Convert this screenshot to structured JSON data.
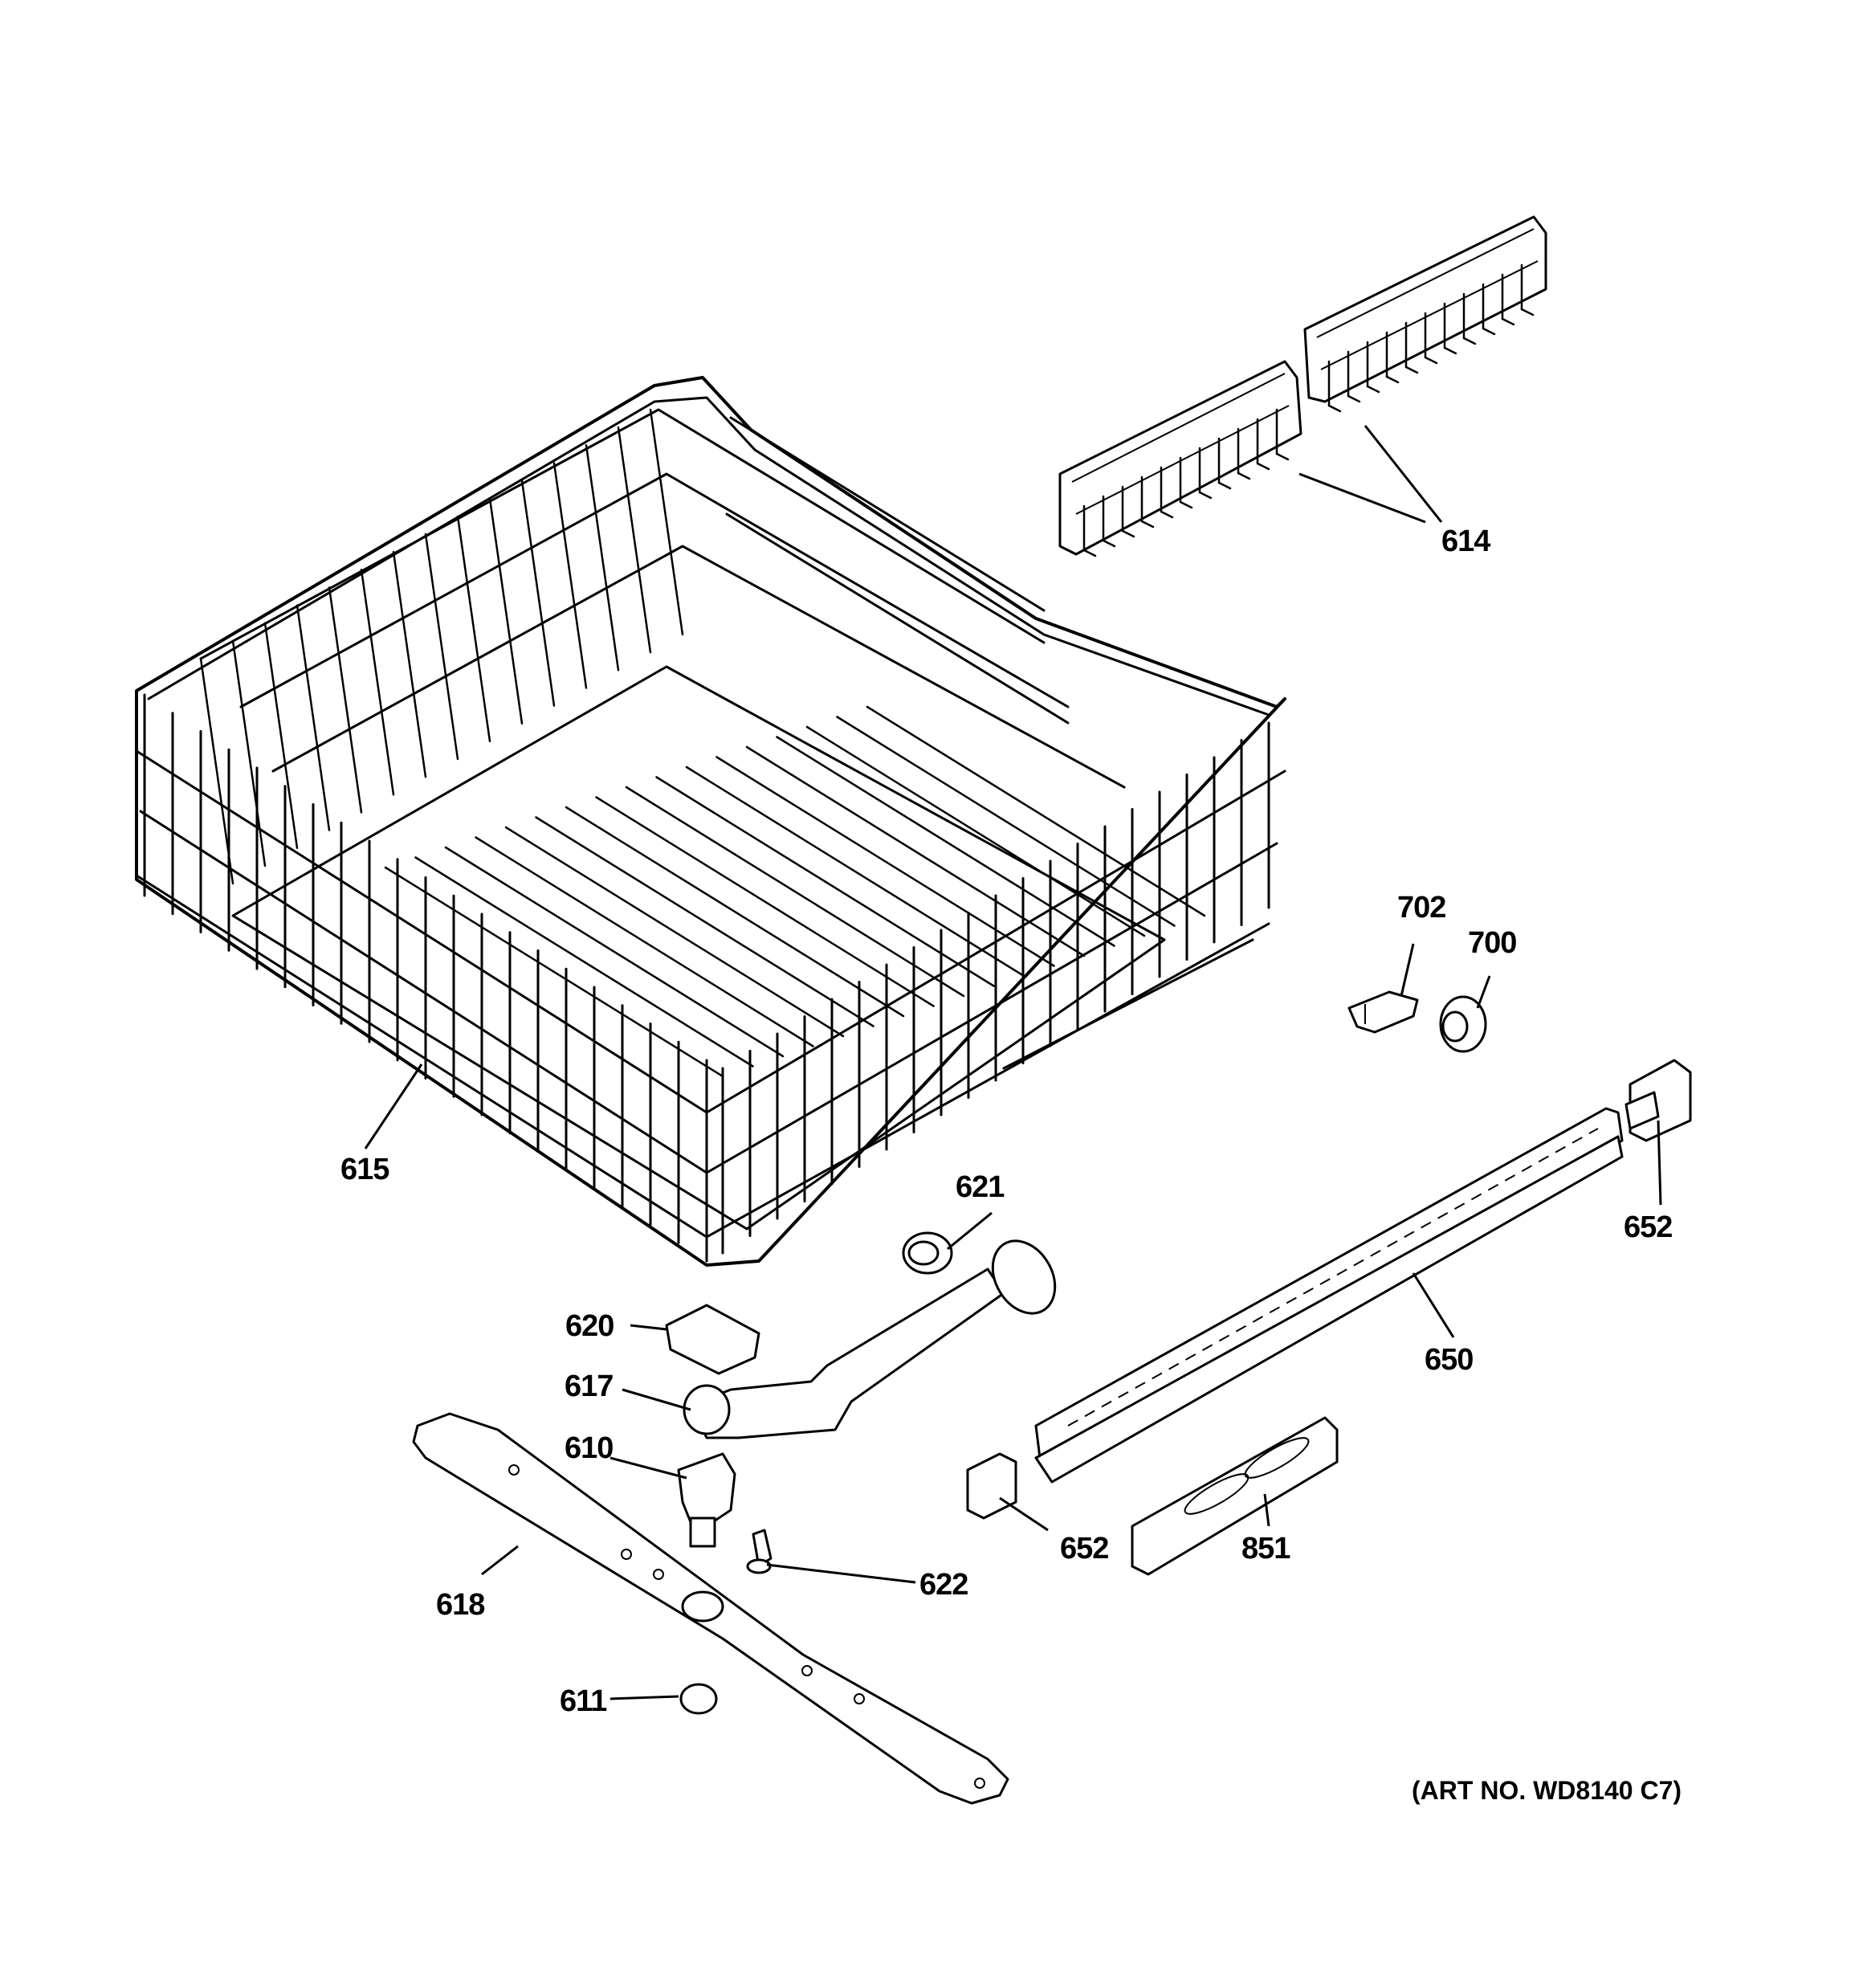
{
  "art_number": "(ART NO. WD8140 C7)",
  "callouts": [
    {
      "id": "614",
      "label": "614"
    },
    {
      "id": "615",
      "label": "615"
    },
    {
      "id": "702",
      "label": "702"
    },
    {
      "id": "700",
      "label": "700"
    },
    {
      "id": "621",
      "label": "621"
    },
    {
      "id": "652a",
      "label": "652"
    },
    {
      "id": "620",
      "label": "620"
    },
    {
      "id": "650",
      "label": "650"
    },
    {
      "id": "617",
      "label": "617"
    },
    {
      "id": "610",
      "label": "610"
    },
    {
      "id": "652b",
      "label": "652"
    },
    {
      "id": "851",
      "label": "851"
    },
    {
      "id": "622",
      "label": "622"
    },
    {
      "id": "618",
      "label": "618"
    },
    {
      "id": "611",
      "label": "611"
    }
  ]
}
